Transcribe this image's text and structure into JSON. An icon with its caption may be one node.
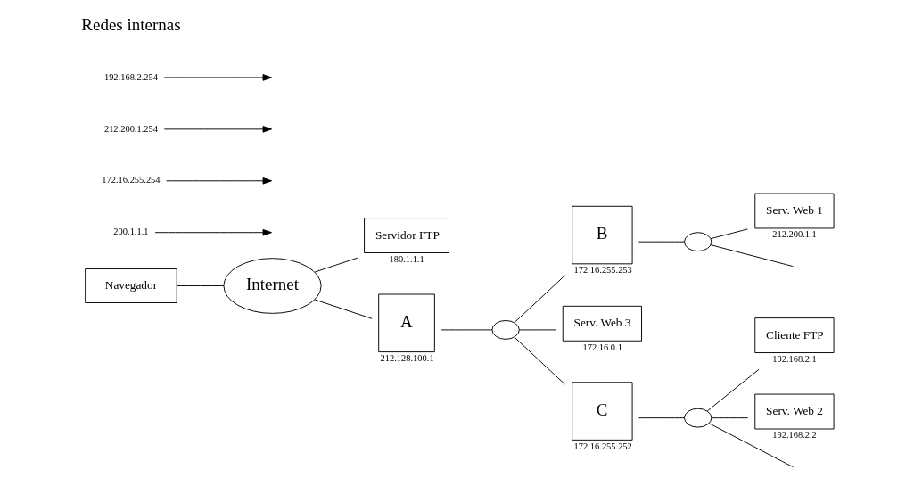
{
  "diagram": {
    "nodes": [
      {
        "text": [
          "Navegador"
        ]
      },
      {
        "text": [
          "Internet"
        ]
      },
      {
        "text": [
          "Servidor FTP"
        ],
        "beside": [
          "180.1.1.1"
        ]
      },
      {
        "text": [
          "A"
        ],
        "beside": [
          "212.128.100.1"
        ]
      },
      {
        "text": [],
        "shape": "ellipse"
      },
      {
        "text": [
          "B"
        ],
        "beside": [
          "172.16.255.253"
        ]
      },
      {
        "text": [],
        "shape": "ellipse"
      },
      {
        "text": [
          "Serv. Web 1"
        ],
        "beside": [
          "212.200.1.1"
        ]
      },
      {
        "text": [
          "Serv. Web 3"
        ],
        "beside": [
          "172.16.0.1"
        ]
      },
      {
        "text": [
          "C"
        ],
        "beside": [
          "172.16.255.252"
        ]
      },
      {
        "text": [],
        "shape": "ellipse"
      },
      {
        "text": [
          "Cliente FTP"
        ],
        "beside": [
          "192.168.2.1"
        ]
      },
      {
        "text": [
          "Serv. Web 2"
        ],
        "beside": [
          "192.168.2.2"
        ]
      },
      {
        "text": [
          "200.1.1.1"
        ]
      },
      {
        "text": [
          "172.16.255.254"
        ]
      },
      {
        "text": [
          "212.200.1.254"
        ]
      },
      {
        "text": [
          "192.168.2.254"
        ]
      }
    ],
    "edges": [
      {
        "from": 0,
        "to": 1,
        "arrow": "none"
      },
      {
        "from": 1,
        "to": 2,
        "arrow": "none"
      },
      {
        "from": 1,
        "to": 3,
        "arrow": "none"
      },
      {
        "from": 3,
        "to": 4,
        "arrow": "none"
      },
      {
        "from": 4,
        "to": 5,
        "arrow": "none"
      },
      {
        "from": 4,
        "to": 8,
        "arrow": "none"
      },
      {
        "from": 4,
        "to": 9,
        "arrow": "none"
      },
      {
        "from": 5,
        "to": 6,
        "arrow": "none"
      },
      {
        "from": 6,
        "to": 7,
        "arrow": "none"
      },
      {
        "from": 6,
        "to": null,
        "arrow": "none"
      },
      {
        "from": 9,
        "to": 10,
        "arrow": "none"
      },
      {
        "from": 10,
        "to": 11,
        "arrow": "none"
      },
      {
        "from": 10,
        "to": 12,
        "arrow": "none"
      },
      {
        "from": 10,
        "to": null,
        "arrow": "none"
      },
      {
        "from": 13,
        "to": null,
        "arrow": "to"
      },
      {
        "from": 14,
        "to": null,
        "arrow": "to"
      },
      {
        "from": 15,
        "to": null,
        "arrow": "to"
      },
      {
        "from": 16,
        "to": null,
        "arrow": "to"
      }
    ],
    "labels": [
      "Redes internas"
    ]
  }
}
